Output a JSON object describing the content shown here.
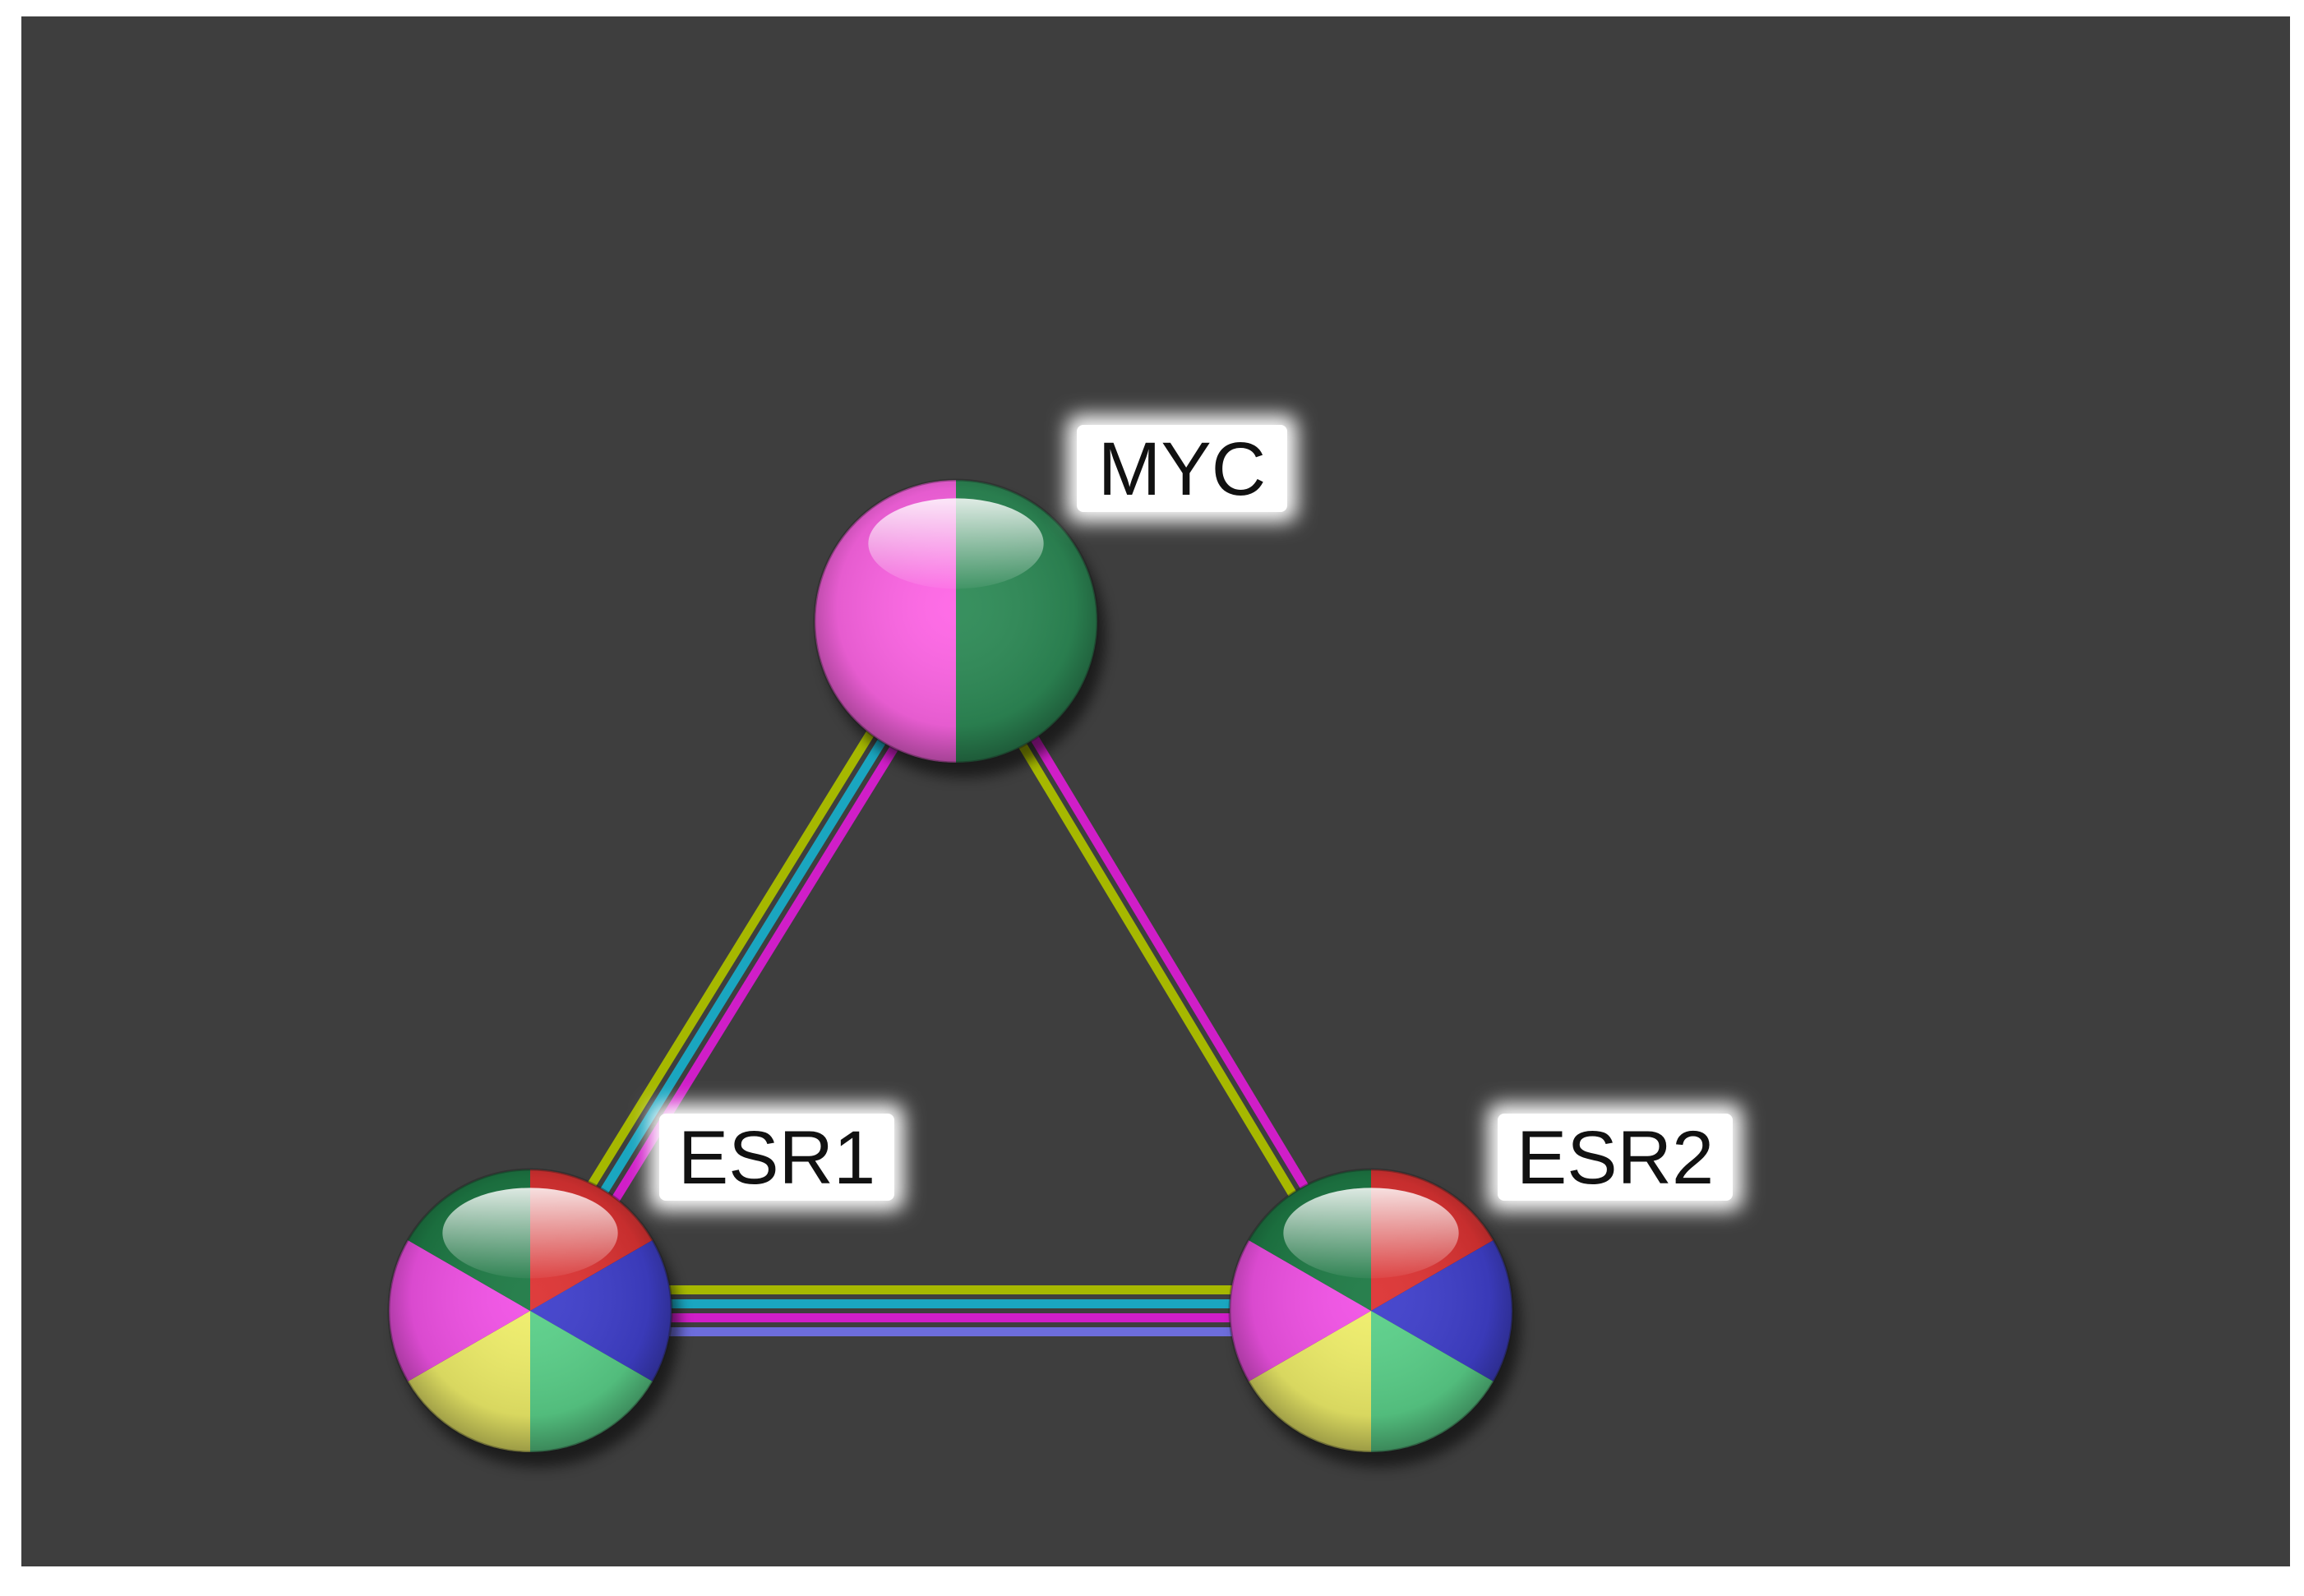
{
  "network": {
    "nodes": [
      {
        "id": "myc",
        "label": "MYC",
        "wedges": [
          "#2e8b57",
          "#ff66e6"
        ]
      },
      {
        "id": "esr1",
        "label": "ESR1",
        "wedges": [
          "#dd3333",
          "#4040cc",
          "#5bd18a",
          "#f0ef6a",
          "#f252e6",
          "#1e7a45"
        ]
      },
      {
        "id": "esr2",
        "label": "ESR2",
        "wedges": [
          "#dd3333",
          "#4040cc",
          "#5bd18a",
          "#f0ef6a",
          "#f252e6",
          "#1e7a45"
        ]
      }
    ],
    "edges": [
      {
        "source": "myc",
        "target": "esr1",
        "colors": [
          "#d01ec8",
          "#1aa6c0",
          "#a6b800"
        ]
      },
      {
        "source": "myc",
        "target": "esr2",
        "colors": [
          "#d01ec8",
          "#a6b800"
        ]
      },
      {
        "source": "esr1",
        "target": "esr2",
        "colors": [
          "#a6b800",
          "#1aa6c0",
          "#d01ec8",
          "#6d6ddc"
        ]
      }
    ]
  }
}
